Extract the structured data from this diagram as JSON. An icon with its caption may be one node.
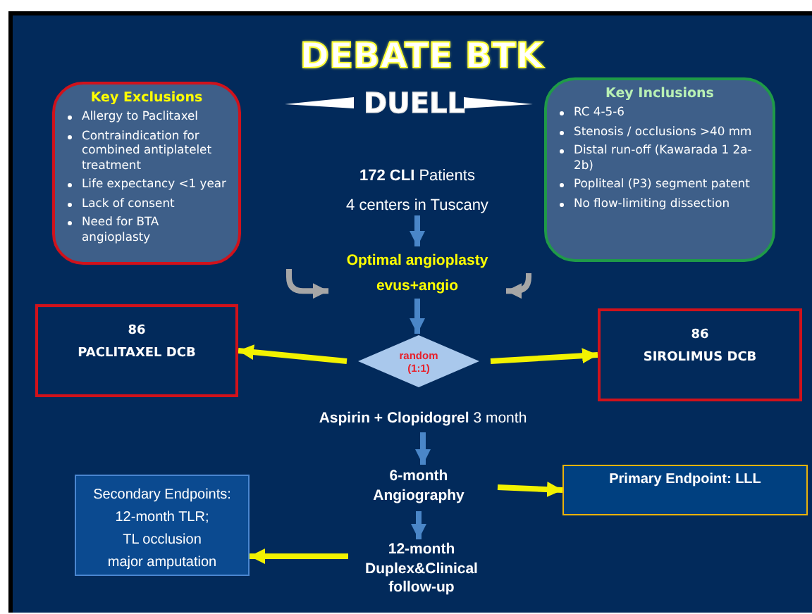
{
  "diagram": {
    "title": "DEBATE BTK",
    "nodes": [
      {
        "text": [
          "Key Exclusions",
          "Allergy to Paclitaxel",
          "Contraindication for combined antiplatelet treatment",
          "Life expectancy <1 year",
          "Lack of consent",
          "Need for BTA angioplasty"
        ]
      },
      {
        "text": [
          "Key Inclusions",
          "RC 4-5-6",
          "Stenosis / occlusions >40 mm",
          "Distal run-off (Kawarada 1 2a-2b)",
          "Popliteal (P3) segment patent",
          "No flow-limiting dissection"
        ]
      },
      {
        "text": [
          "**172 CLI** Patients",
          "4 centers in Tuscany"
        ]
      },
      {
        "text": [
          "Optimal angioplasty",
          "evus+angio"
        ]
      },
      {
        "text": [
          "86",
          "PACLITAXEL DCB"
        ]
      },
      {
        "text": [
          "random (1:1)"
        ]
      },
      {
        "text": [
          "86",
          "SIROLIMUS DCB"
        ]
      },
      {
        "text": [
          "**Aspirin + Clopidogrel** 3 month"
        ]
      },
      {
        "text": [
          "6-month Angiography"
        ]
      },
      {
        "text": [
          "Primary Endpoint: LLL"
        ]
      },
      {
        "text": [
          "12-month Duplex&Clinical follow-up"
        ]
      },
      {
        "text": [
          "Secondary Endpoints: 12-month TLR;",
          "TL occlusion",
          "major amputation"
        ]
      }
    ],
    "edges": [
      {
        "from": 2,
        "to": 3,
        "arrow": "to",
        "color": "#4a86c8"
      },
      {
        "from": 3,
        "to": 5,
        "arrow": "to",
        "color": "#4a86c8"
      },
      {
        "from": null,
        "to": 3,
        "arrow": "to",
        "color": "#a6a6a6"
      },
      {
        "from": null,
        "to": 3,
        "arrow": "to",
        "color": "#a6a6a6"
      },
      {
        "from": 5,
        "to": 4,
        "arrow": "to",
        "color": "#f2f200"
      },
      {
        "from": 5,
        "to": 6,
        "arrow": "to",
        "color": "#f2f200"
      },
      {
        "from": 7,
        "to": 8,
        "arrow": "to",
        "color": "#4a86c8"
      },
      {
        "from": 8,
        "to": 10,
        "arrow": "to",
        "color": "#4a86c8"
      },
      {
        "from": 8,
        "to": 9,
        "arrow": "to",
        "color": "#f2f200"
      },
      {
        "from": 10,
        "to": 11,
        "arrow": "to",
        "color": "#f2f200"
      }
    ],
    "labels": [
      "DUELL"
    ]
  }
}
